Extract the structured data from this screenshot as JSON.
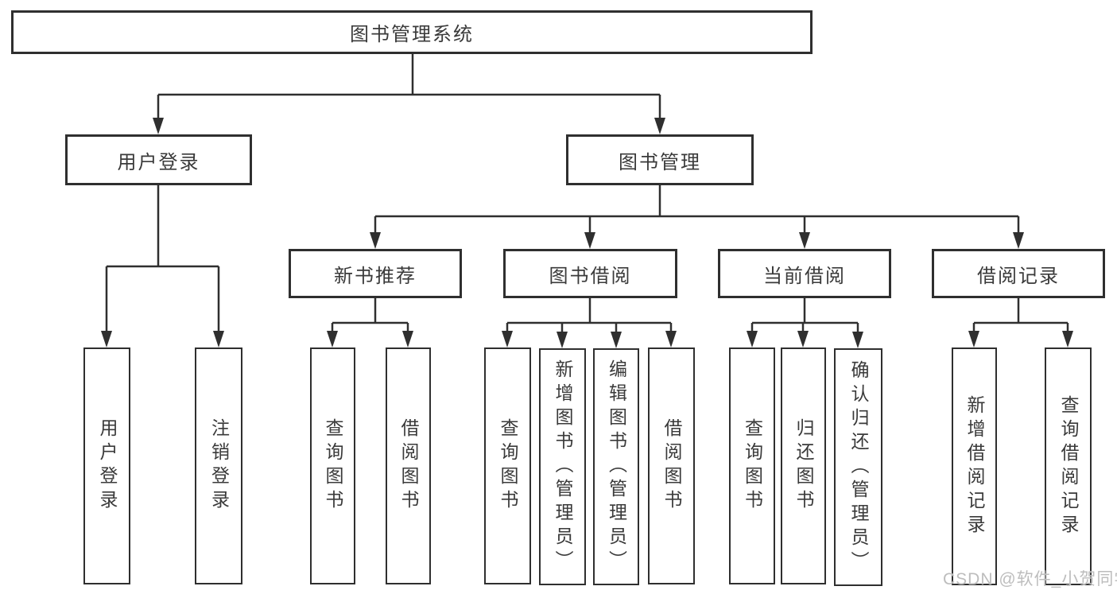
{
  "diagram": {
    "root": {
      "label": "图书管理系统"
    },
    "login": {
      "label": "用户登录",
      "children": [
        {
          "label": "用户登录"
        },
        {
          "label": "注销登录"
        }
      ]
    },
    "management": {
      "label": "图书管理",
      "groups": [
        {
          "label": "新书推荐",
          "children": [
            {
              "label": "查询图书"
            },
            {
              "label": "借阅图书"
            }
          ]
        },
        {
          "label": "图书借阅",
          "children": [
            {
              "label": "查询图书"
            },
            {
              "label": "新增图书（管理员）"
            },
            {
              "label": "编辑图书（管理员）"
            },
            {
              "label": "借阅图书"
            }
          ]
        },
        {
          "label": "当前借阅",
          "children": [
            {
              "label": "查询图书"
            },
            {
              "label": "归还图书"
            },
            {
              "label": "确认归还（管理员）"
            }
          ]
        },
        {
          "label": "借阅记录",
          "children": [
            {
              "label": "新增借阅记录"
            },
            {
              "label": "查询借阅记录"
            }
          ]
        }
      ]
    },
    "watermark": "CSDN @软件_小贺同学"
  },
  "colors": {
    "line": "#2f2f2f",
    "text": "#3a3a3a",
    "box_background": "#ffffff",
    "page_background": "#ffffff",
    "watermark": "#bdbdbd"
  }
}
